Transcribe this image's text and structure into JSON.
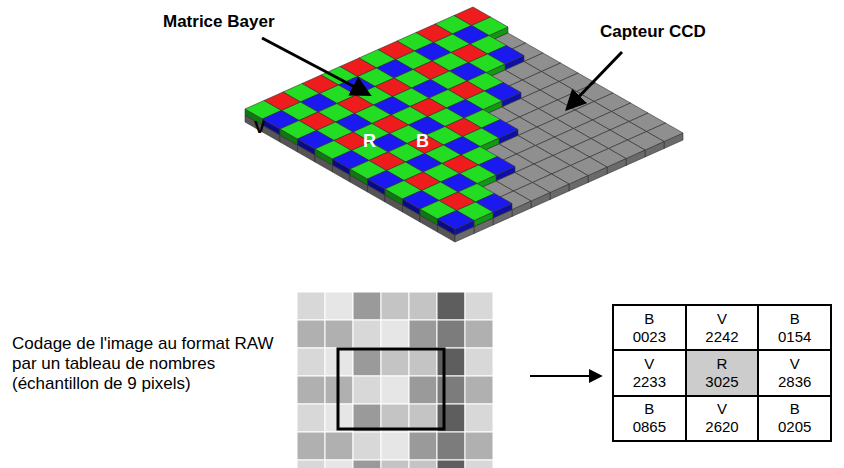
{
  "diagram": {
    "labels": [
      "Matrice Bayer",
      "Capteur CCD",
      "V",
      "R",
      "B",
      "Codage de l'image au format RAW par un tableau de nombres (échantillon de 9 pixels)",
      "B",
      "0023",
      "V",
      "2242",
      "B",
      "0154",
      "V",
      "2233",
      "R",
      "3025",
      "V",
      "2836",
      "B",
      "0865",
      "V",
      "2620",
      "B",
      "0205"
    ]
  }
}
